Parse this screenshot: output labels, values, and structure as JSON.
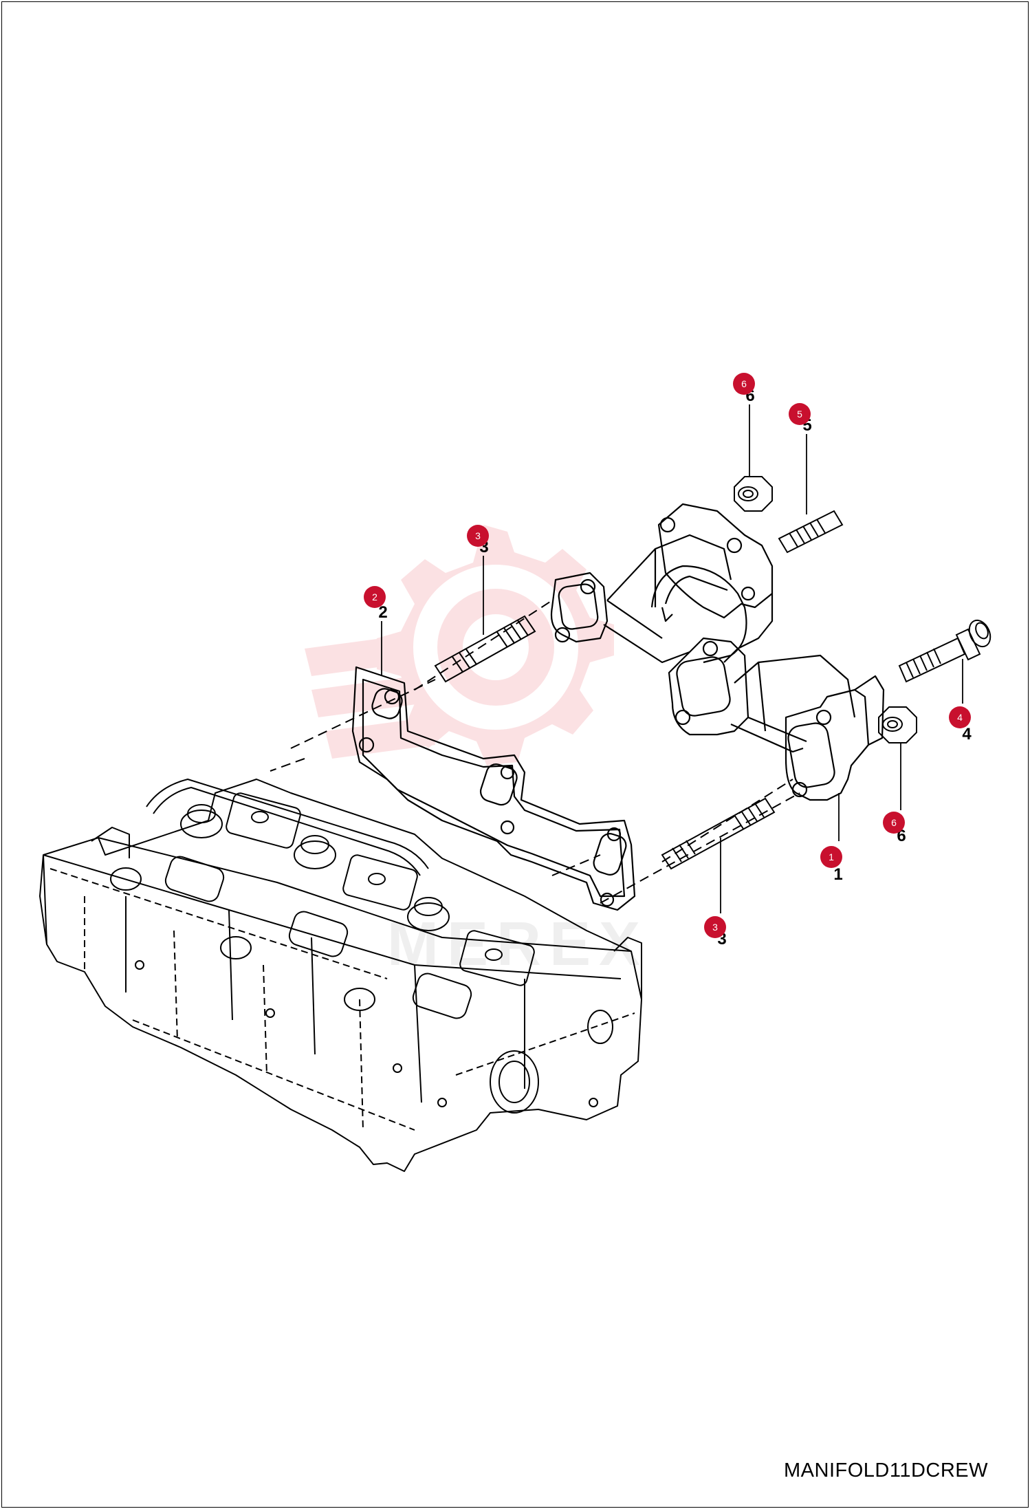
{
  "diagram": {
    "drawing_code": "MANIFOLD11DCREW",
    "watermark_color": "#e8232f",
    "callout_color": "#c8102e",
    "callouts": [
      {
        "label": "6"
      },
      {
        "label": "5"
      },
      {
        "label": "3"
      },
      {
        "label": "2"
      },
      {
        "label": "4"
      },
      {
        "label": "6"
      },
      {
        "label": "1"
      },
      {
        "label": "3"
      }
    ]
  }
}
